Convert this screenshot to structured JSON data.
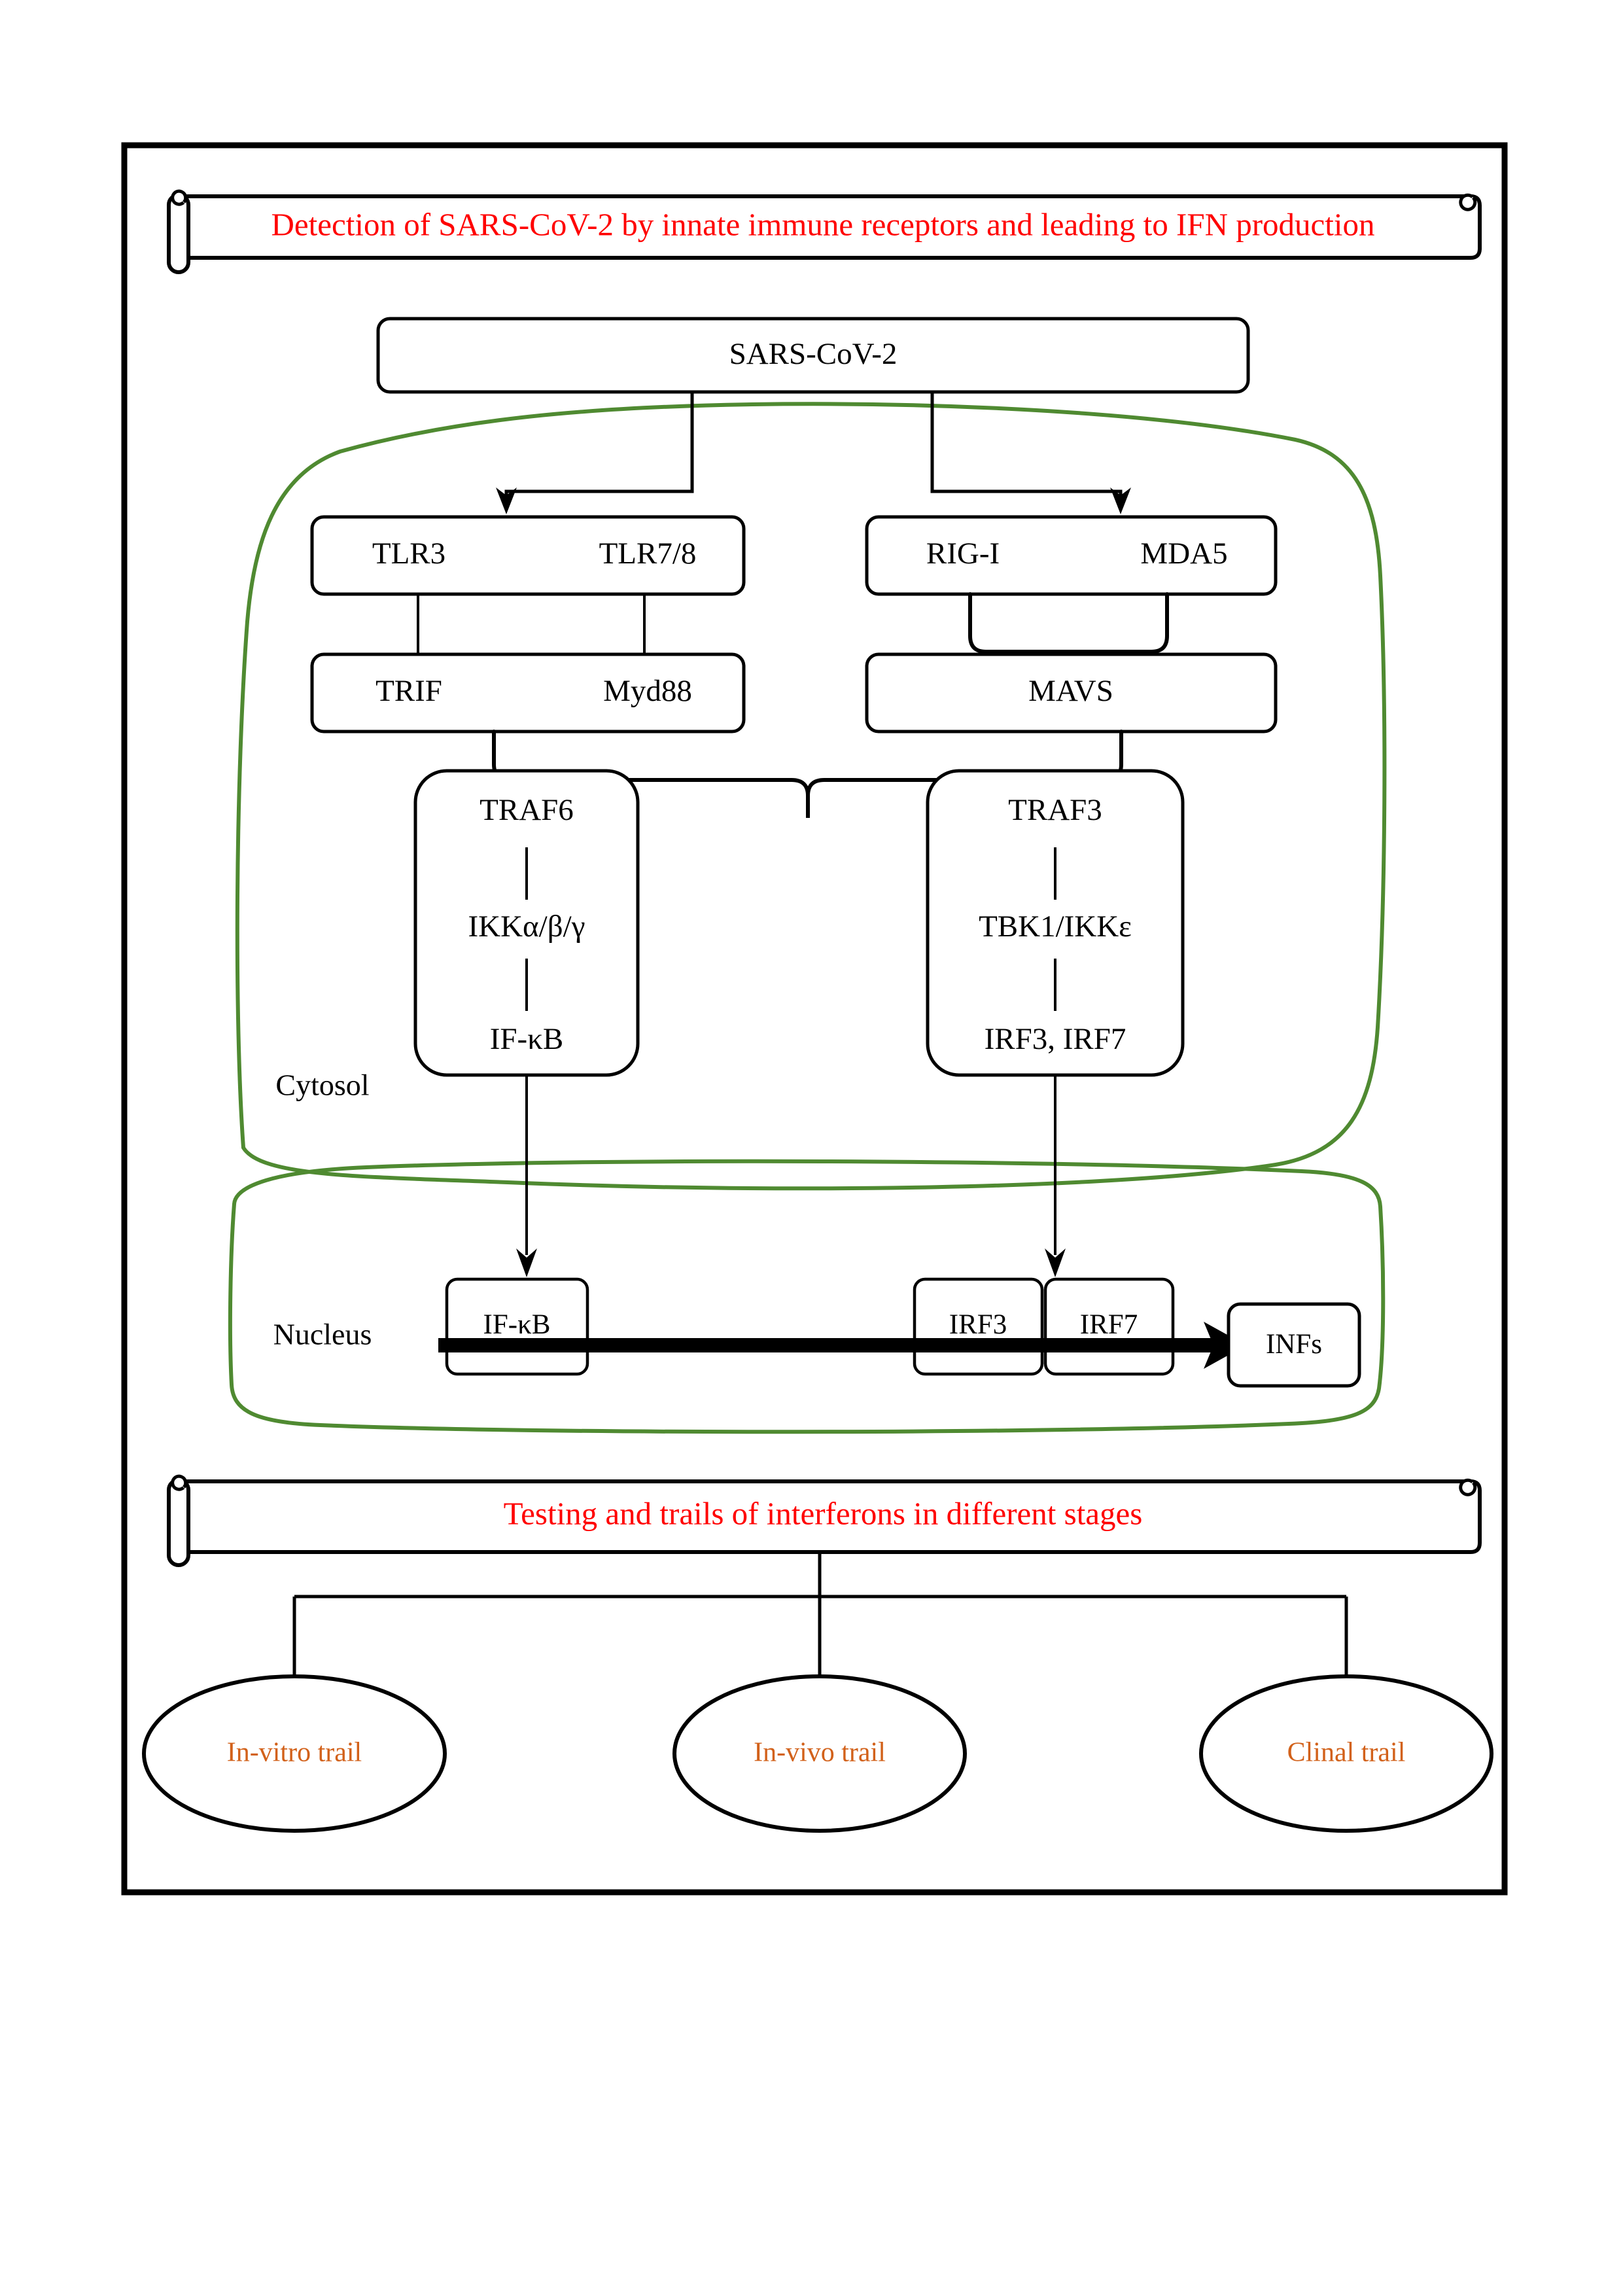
{
  "figure": {
    "background": "#ffffff",
    "frame_color": "#000000",
    "membrane_color": "#4F8A31",
    "title_color": "#FF0000",
    "trial_color": "#D2611A"
  },
  "banners": {
    "top": {
      "label": "Detection  of SARS-CoV-2 by innate  immune  receptors and leading  to IFN production"
    },
    "bottom": {
      "label": "Testing  and trails  of interferons  in different  stages"
    }
  },
  "compartments": {
    "cytosol_label": "Cytosol",
    "nucleus_label": "Nucleus"
  },
  "nodes": {
    "virus": {
      "label": "SARS-CoV-2"
    },
    "tlr_box": {
      "left": "TLR3",
      "right": "TLR7/8"
    },
    "rlr_box": {
      "left": "RIG-I",
      "right": "MDA5"
    },
    "adaptor_box": {
      "left": "TRIF",
      "right": "Myd88"
    },
    "mavs_box": {
      "label": "MAVS"
    },
    "traf6_column": {
      "line1": "TRAF6",
      "line2": "IKKα/β/γ",
      "line3": "IF-κB"
    },
    "traf3_column": {
      "line1": "TRAF3",
      "line2": "TBK1/IKKε",
      "line3": "IRF3, IRF7"
    },
    "nucleus_nfkb": {
      "label": "IF-κB"
    },
    "nucleus_irf3": {
      "label": "IRF3"
    },
    "nucleus_irf7": {
      "label": "IRF7"
    },
    "nucleus_infs": {
      "label": "INFs"
    }
  },
  "trials": [
    {
      "label": "In-vitro  trail"
    },
    {
      "label": "In-vivo  trail"
    },
    {
      "label": "Clinal  trail"
    }
  ]
}
